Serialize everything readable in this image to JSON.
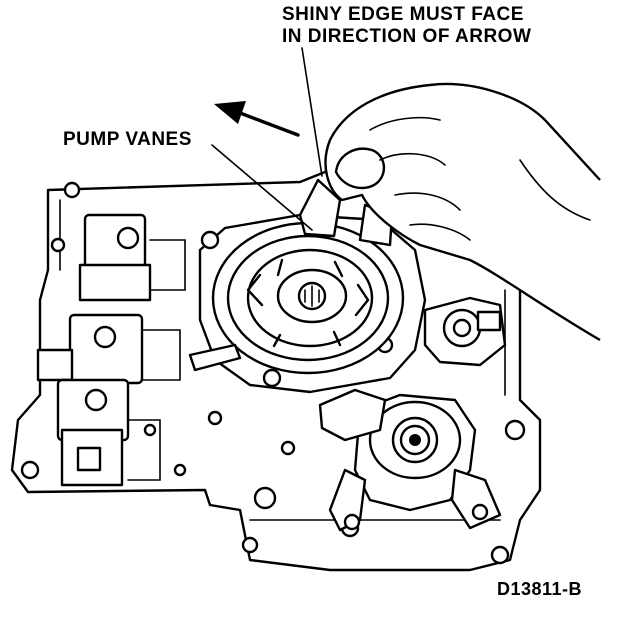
{
  "callouts": {
    "shiny_edge_line1": "SHINY EDGE MUST FACE",
    "shiny_edge_line2": "IN DIRECTION OF ARROW",
    "pump_vanes": "PUMP VANES"
  },
  "figure_id": "D13811-B",
  "colors": {
    "ink": "#000000",
    "paper": "#ffffff"
  },
  "icons": {
    "direction_arrow": "arrow-up-left-icon",
    "hand": "hand-icon"
  }
}
